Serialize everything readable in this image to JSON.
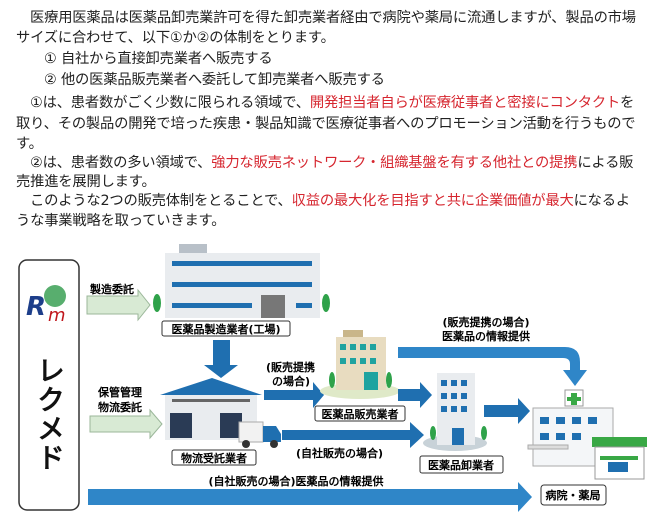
{
  "body": {
    "p1_line1": "医療用医薬品は医薬品卸売業許可を得た卸売業者経由で病院や薬局に流通しますが、製品の市場",
    "p1_line2": "サイズに合わせて、以下①か②の体制をとります。",
    "list": [
      "①  自社から直接卸売業者へ販売する",
      "②  他の医薬品販売業者へ委託して卸売業者へ販売する"
    ],
    "p2_a": "①は、患者数がごく少数に限られる領域で、",
    "p2_red": "開発担当者自らが医療従事者と密接にコンタクト",
    "p2_b": "を",
    "p2_line2": "取り、その製品の開発で培った疾患・製品知識で医療従事者へのプロモーション活動を行うもので",
    "p2_line3": "す。",
    "p3_a": "②は、患者数の多い領域で、",
    "p3_red": "強力な販売ネットワーク・組織基盤を有する他社との提携",
    "p3_b": "による販",
    "p3_line2": "売推進を展開します。",
    "p4_a": "このような2つの販売体制をとることで、",
    "p4_red": "収益の最大化を目指すと共に企業価値が最大",
    "p4_b": "になるよ",
    "p4_line2": "うな事業戦略を取っていきます。"
  },
  "diagram": {
    "company_logo": "Rm",
    "company_name": "レクメド",
    "manufacture_consign": "製造委託",
    "manufacturer_label": "医薬品製造業者(工場)",
    "storage_line1": "保管管理",
    "storage_line2": "物流委託",
    "logistics_label": "物流受託業者",
    "partner_case_line1": "(販売提携",
    "partner_case_line2": "の場合)",
    "seller_label": "医薬品販売業者",
    "self_sale_case": "(自社販売の場合)",
    "wholesaler_label": "医薬品卸業者",
    "partner_info_line1": "(販売提携の場合)",
    "partner_info_line2": "医薬品の情報提供",
    "self_info": "(自社販売の場合)医薬品の情報提供",
    "hospital_label": "病院・薬局"
  },
  "colors": {
    "accent_red": "#d6262f",
    "arrow_blue": "#1f6fb0",
    "arrow_green": "#d8ead4"
  }
}
